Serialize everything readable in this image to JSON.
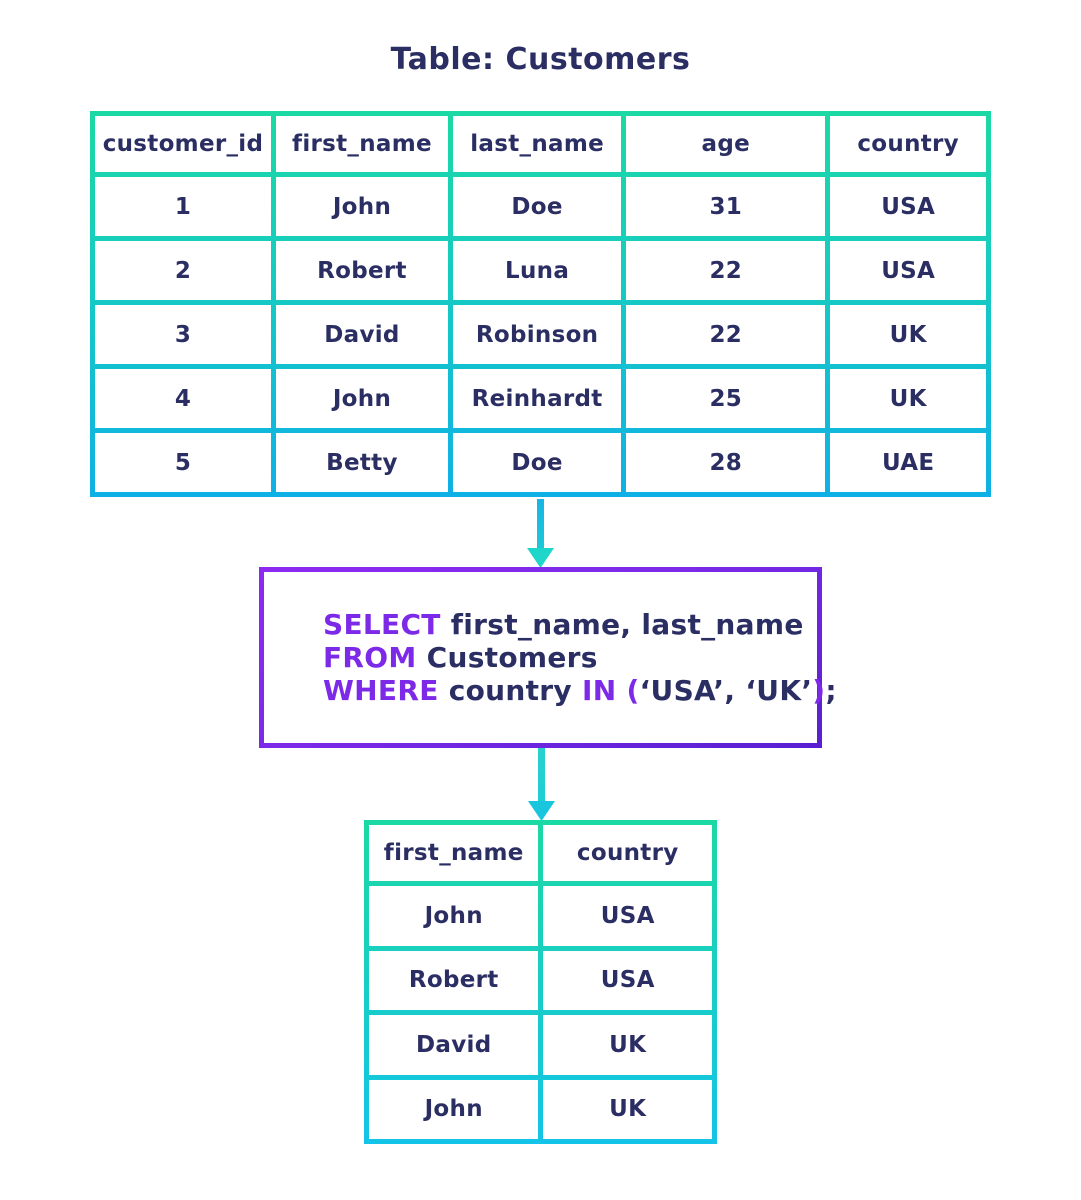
{
  "title": "Table: Customers",
  "source_table": {
    "headers": [
      "customer_id",
      "first_name",
      "last_name",
      "age",
      "country"
    ],
    "rows": [
      [
        "1",
        "John",
        "Doe",
        "31",
        "USA"
      ],
      [
        "2",
        "Robert",
        "Luna",
        "22",
        "USA"
      ],
      [
        "3",
        "David",
        "Robinson",
        "22",
        "UK"
      ],
      [
        "4",
        "John",
        "Reinhardt",
        "25",
        "UK"
      ],
      [
        "5",
        "Betty",
        "Doe",
        "28",
        "UAE"
      ]
    ]
  },
  "query": {
    "full_text": "SELECT first_name, last_name FROM Customers WHERE country IN (‘USA’, ‘UK’);",
    "lines": [
      [
        {
          "t": "SELECT ",
          "k": true
        },
        {
          "t": "first_name, last_name",
          "k": false
        }
      ],
      [
        {
          "t": "FROM ",
          "k": true
        },
        {
          "t": "Customers",
          "k": false
        }
      ],
      [
        {
          "t": "WHERE ",
          "k": true
        },
        {
          "t": "country ",
          "k": false
        },
        {
          "t": "IN ",
          "k": true
        },
        {
          "t": "(",
          "k": true
        },
        {
          "t": "‘USA’, ‘UK’",
          "k": false
        },
        {
          "t": ")",
          "k": true
        },
        {
          "t": ";",
          "k": false
        }
      ]
    ]
  },
  "result_table": {
    "headers": [
      "first_name",
      "country"
    ],
    "rows": [
      [
        "John",
        "USA"
      ],
      [
        "Robert",
        "USA"
      ],
      [
        "David",
        "UK"
      ],
      [
        "John",
        "UK"
      ]
    ]
  },
  "colors": {
    "text_navy": "#2b2e63",
    "keyword_purple": "#7c2ae8",
    "table_gradient_top": "#1bd9a3",
    "table_gradient_bottom_large": "#0fb0e6",
    "table_gradient_bottom_small": "#13c4e8",
    "arrow_cyan": "#1fd6cb",
    "box_border_start": "#8c2af2",
    "box_border_end": "#5a1fd2",
    "background": "#ffffff"
  }
}
